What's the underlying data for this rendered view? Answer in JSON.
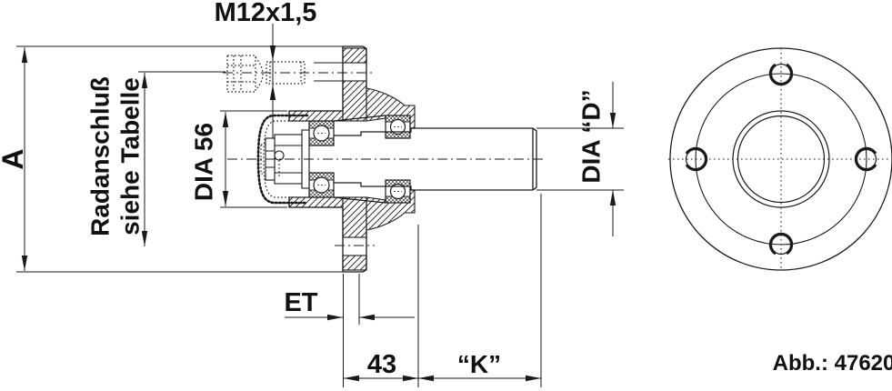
{
  "figure": {
    "background": "#ffffff",
    "ink": "#1a1a1a",
    "type": "technical-drawing",
    "views": [
      "hub cross-section side view",
      "flange front view"
    ]
  },
  "labels": {
    "thread_spec": "M12x1,5",
    "flange_diameter": "A",
    "wheel_connection_line1": "Radanschluß",
    "wheel_connection_line2": "siehe Tabelle",
    "cap_seat_diameter": "DIA 56",
    "shaft_diameter": "DIA “D”",
    "offset": "ET",
    "flange_to_bearing": "43",
    "shaft_length": "“K”",
    "figure_number": "Abb.: 47620"
  }
}
